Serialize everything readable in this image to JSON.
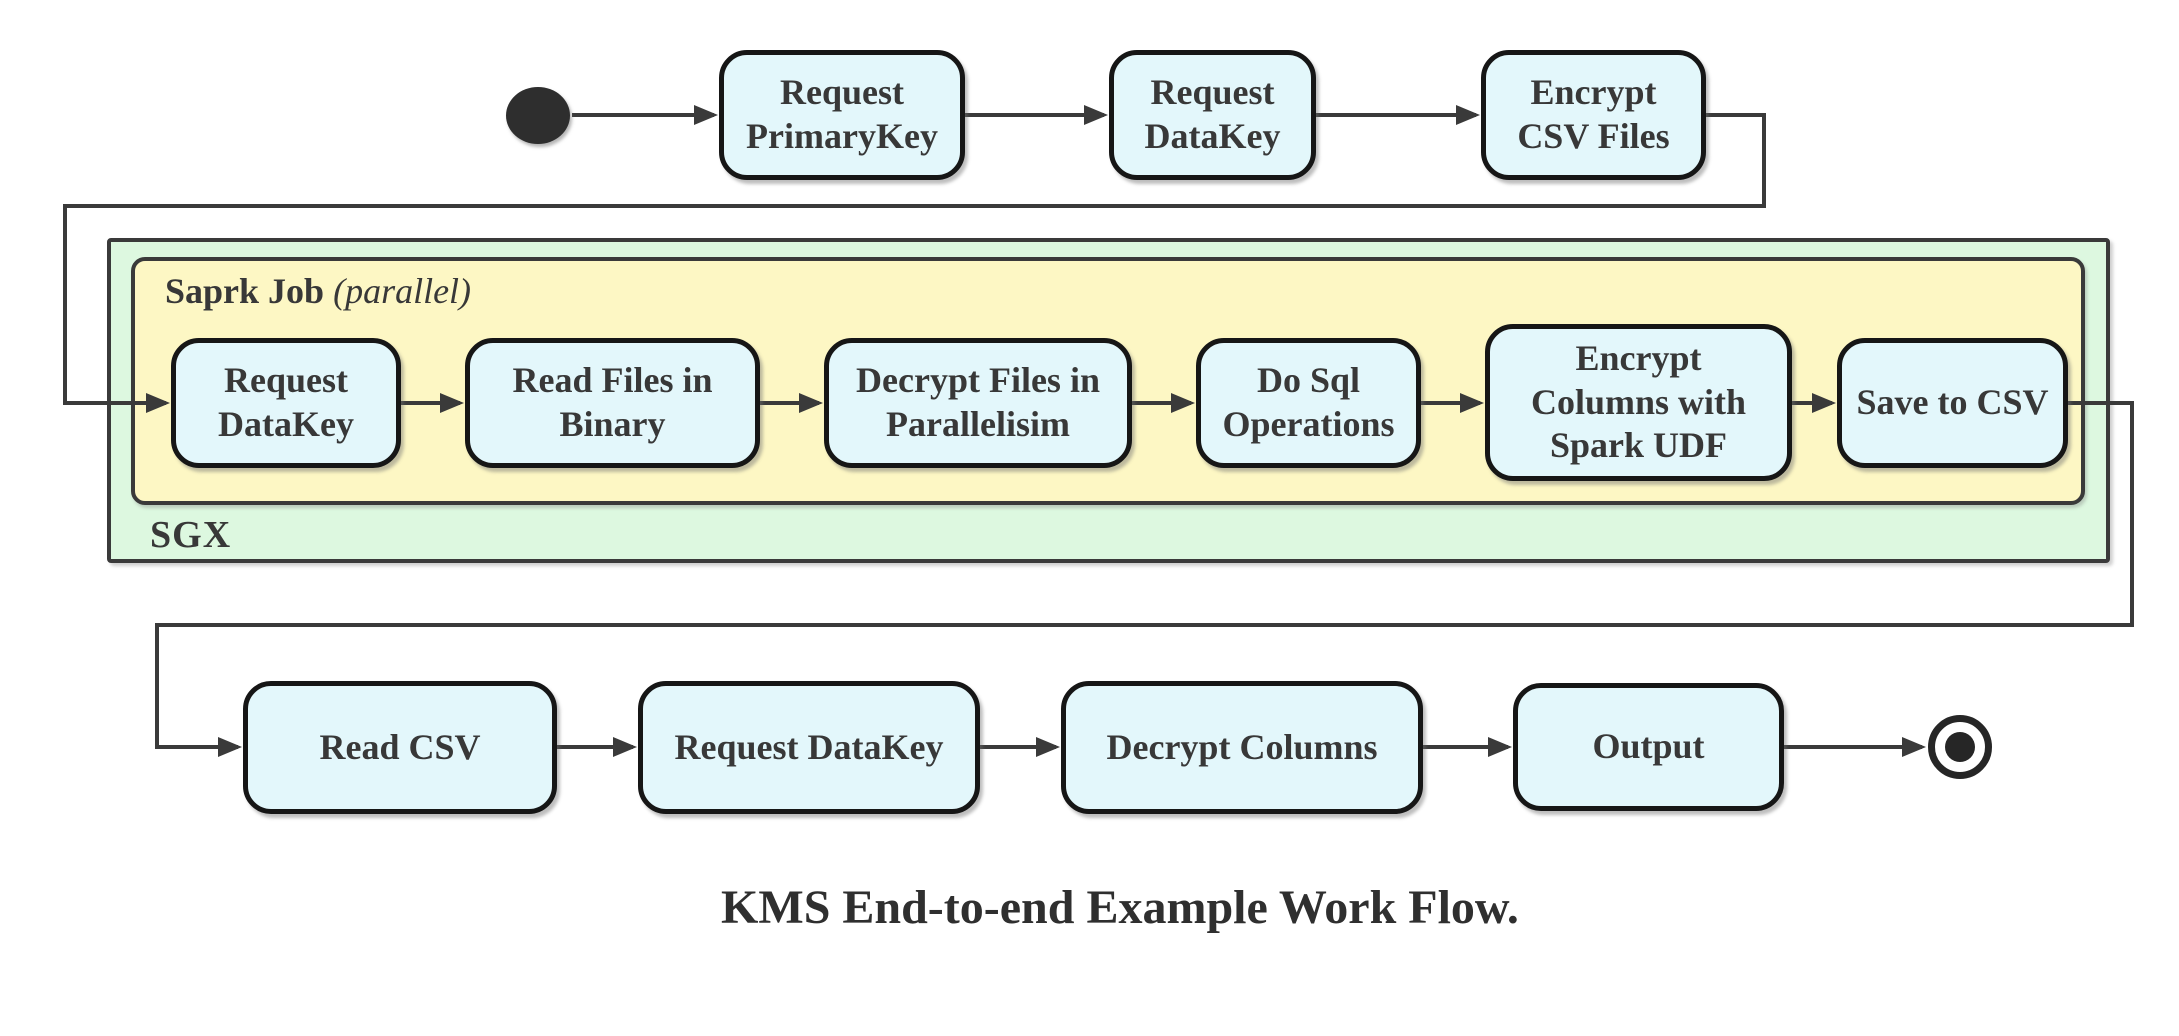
{
  "diagram": {
    "caption": "KMS End-to-end Example Work Flow.",
    "start_node": {
      "name": "start"
    },
    "end_node": {
      "name": "end"
    },
    "top_row": [
      {
        "label": "Request\nPrimaryKey"
      },
      {
        "label": "Request\nDataKey"
      },
      {
        "label": "Encrypt\nCSV Files"
      }
    ],
    "sgx_container": {
      "label": "SGX",
      "spark_job": {
        "title": "Saprk Job",
        "qualifier": "(parallel)"
      },
      "nodes": [
        {
          "label": "Request\nDataKey"
        },
        {
          "label": "Read Files in\nBinary"
        },
        {
          "label": "Decrypt Files in\nParallelisim"
        },
        {
          "label": "Do Sql\nOperations"
        },
        {
          "label": "Encrypt\nColumns with\nSpark UDF"
        },
        {
          "label": "Save to CSV"
        }
      ]
    },
    "bottom_row": [
      {
        "label": "Read CSV"
      },
      {
        "label": "Request DataKey"
      },
      {
        "label": "Decrypt Columns"
      },
      {
        "label": "Output"
      }
    ],
    "colors": {
      "node_fill": "#e3f7fb",
      "node_border": "#161616",
      "container_green_fill": "#ddf8e0",
      "container_yellow_fill": "#fdf7c4",
      "container_border": "#3a3a3a",
      "edge": "#3a3a3a",
      "text": "#383838"
    }
  }
}
